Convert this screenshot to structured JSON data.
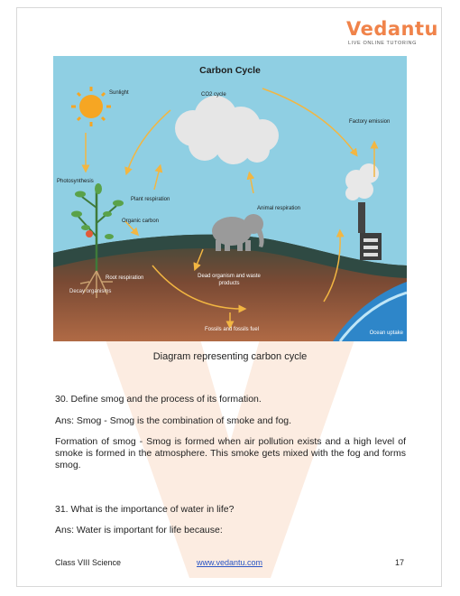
{
  "header": {
    "logo_text": "Vedantu",
    "logo_tagline": "LIVE ONLINE TUTORING"
  },
  "figure": {
    "title": "Carbon Cycle",
    "labels": {
      "sunlight": "Sunlight",
      "co2_cycle": "CO2 cycle",
      "factory_emission": "Factory emission",
      "photosynthesis": "Photosynthesis",
      "plant_respiration": "Plant respiration",
      "animal_respiration": "Animal respiration",
      "organic_carbon": "Organic carbon",
      "root_respiration": "Root respiration",
      "decay_organisms": "Decay organisms",
      "dead_organisms_1": "Dead organism and waste",
      "dead_organisms_2": "products",
      "fossils": "Fossils and fossils fuel",
      "ocean_uptake": "Ocean uptake"
    },
    "caption": "Diagram representing carbon cycle"
  },
  "content": {
    "q30": "30. Define smog and the process of its formation.",
    "a30_1": "Ans: Smog - Smog is the combination of smoke and fog.",
    "a30_2": "Formation of smog - Smog is formed when air pollution exists and a high level of smoke is formed in the atmosphere. This smoke gets mixed with the fog and forms smog.",
    "q31": "31. What is the importance of water in life?",
    "a31": "Ans: Water is important for life because:"
  },
  "footer": {
    "left": "Class VIII Science",
    "link": "www.vedantu.com",
    "page": "17"
  },
  "colors": {
    "brand_orange": "#f0834a",
    "sky": "#8fcfe3",
    "ground": "#2f4a43",
    "soil": "#9a5a3c",
    "arrow": "#f2b642",
    "link": "#2a55c5"
  }
}
